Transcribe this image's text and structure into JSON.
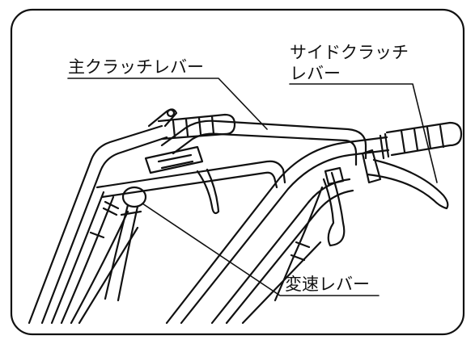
{
  "labels": {
    "main_clutch_lever": "主クラッチレバー",
    "side_clutch_lever": {
      "line1": "サイドクラッチ",
      "line2": "レバー"
    },
    "speed_change_lever": "変速レバー"
  },
  "colors": {
    "ink": "#111111",
    "paper": "#ffffff"
  }
}
